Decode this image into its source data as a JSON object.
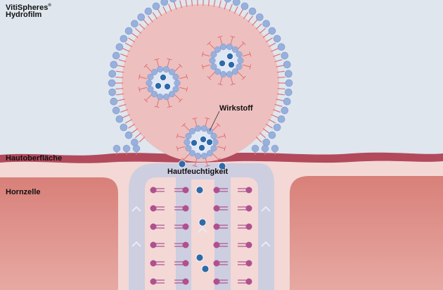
{
  "labels": {
    "brand": "VitiSpheres",
    "brand_mark": "®",
    "brand_line2": "Hydrofilm",
    "skin_surface": "Hautoberfläche",
    "horn_cell": "Hornzelle",
    "active_agent": "Wirkstoff",
    "skin_moisture": "Hautfeuchtigkeit"
  },
  "colors": {
    "background": "#dfe6ee",
    "sphere_fill": "#eebfbf",
    "lipid_head": "#98b0dc",
    "lipid_head_stroke": "#7d96c8",
    "lipid_tail": "#e07070",
    "active_core": "#2e6aa8",
    "skin_surface": "#b24a5c",
    "epidermis": "#f3d8d6",
    "horn_cell": "#d9857f",
    "moisture_channel": "#c5cde2",
    "lipid_molecule": "#b0508e"
  },
  "icons": {
    "lipid": "phospholipid-icon",
    "active_agent": "active-agent-molecule-icon",
    "skin_lipid": "skin-lipid-molecule-icon"
  }
}
